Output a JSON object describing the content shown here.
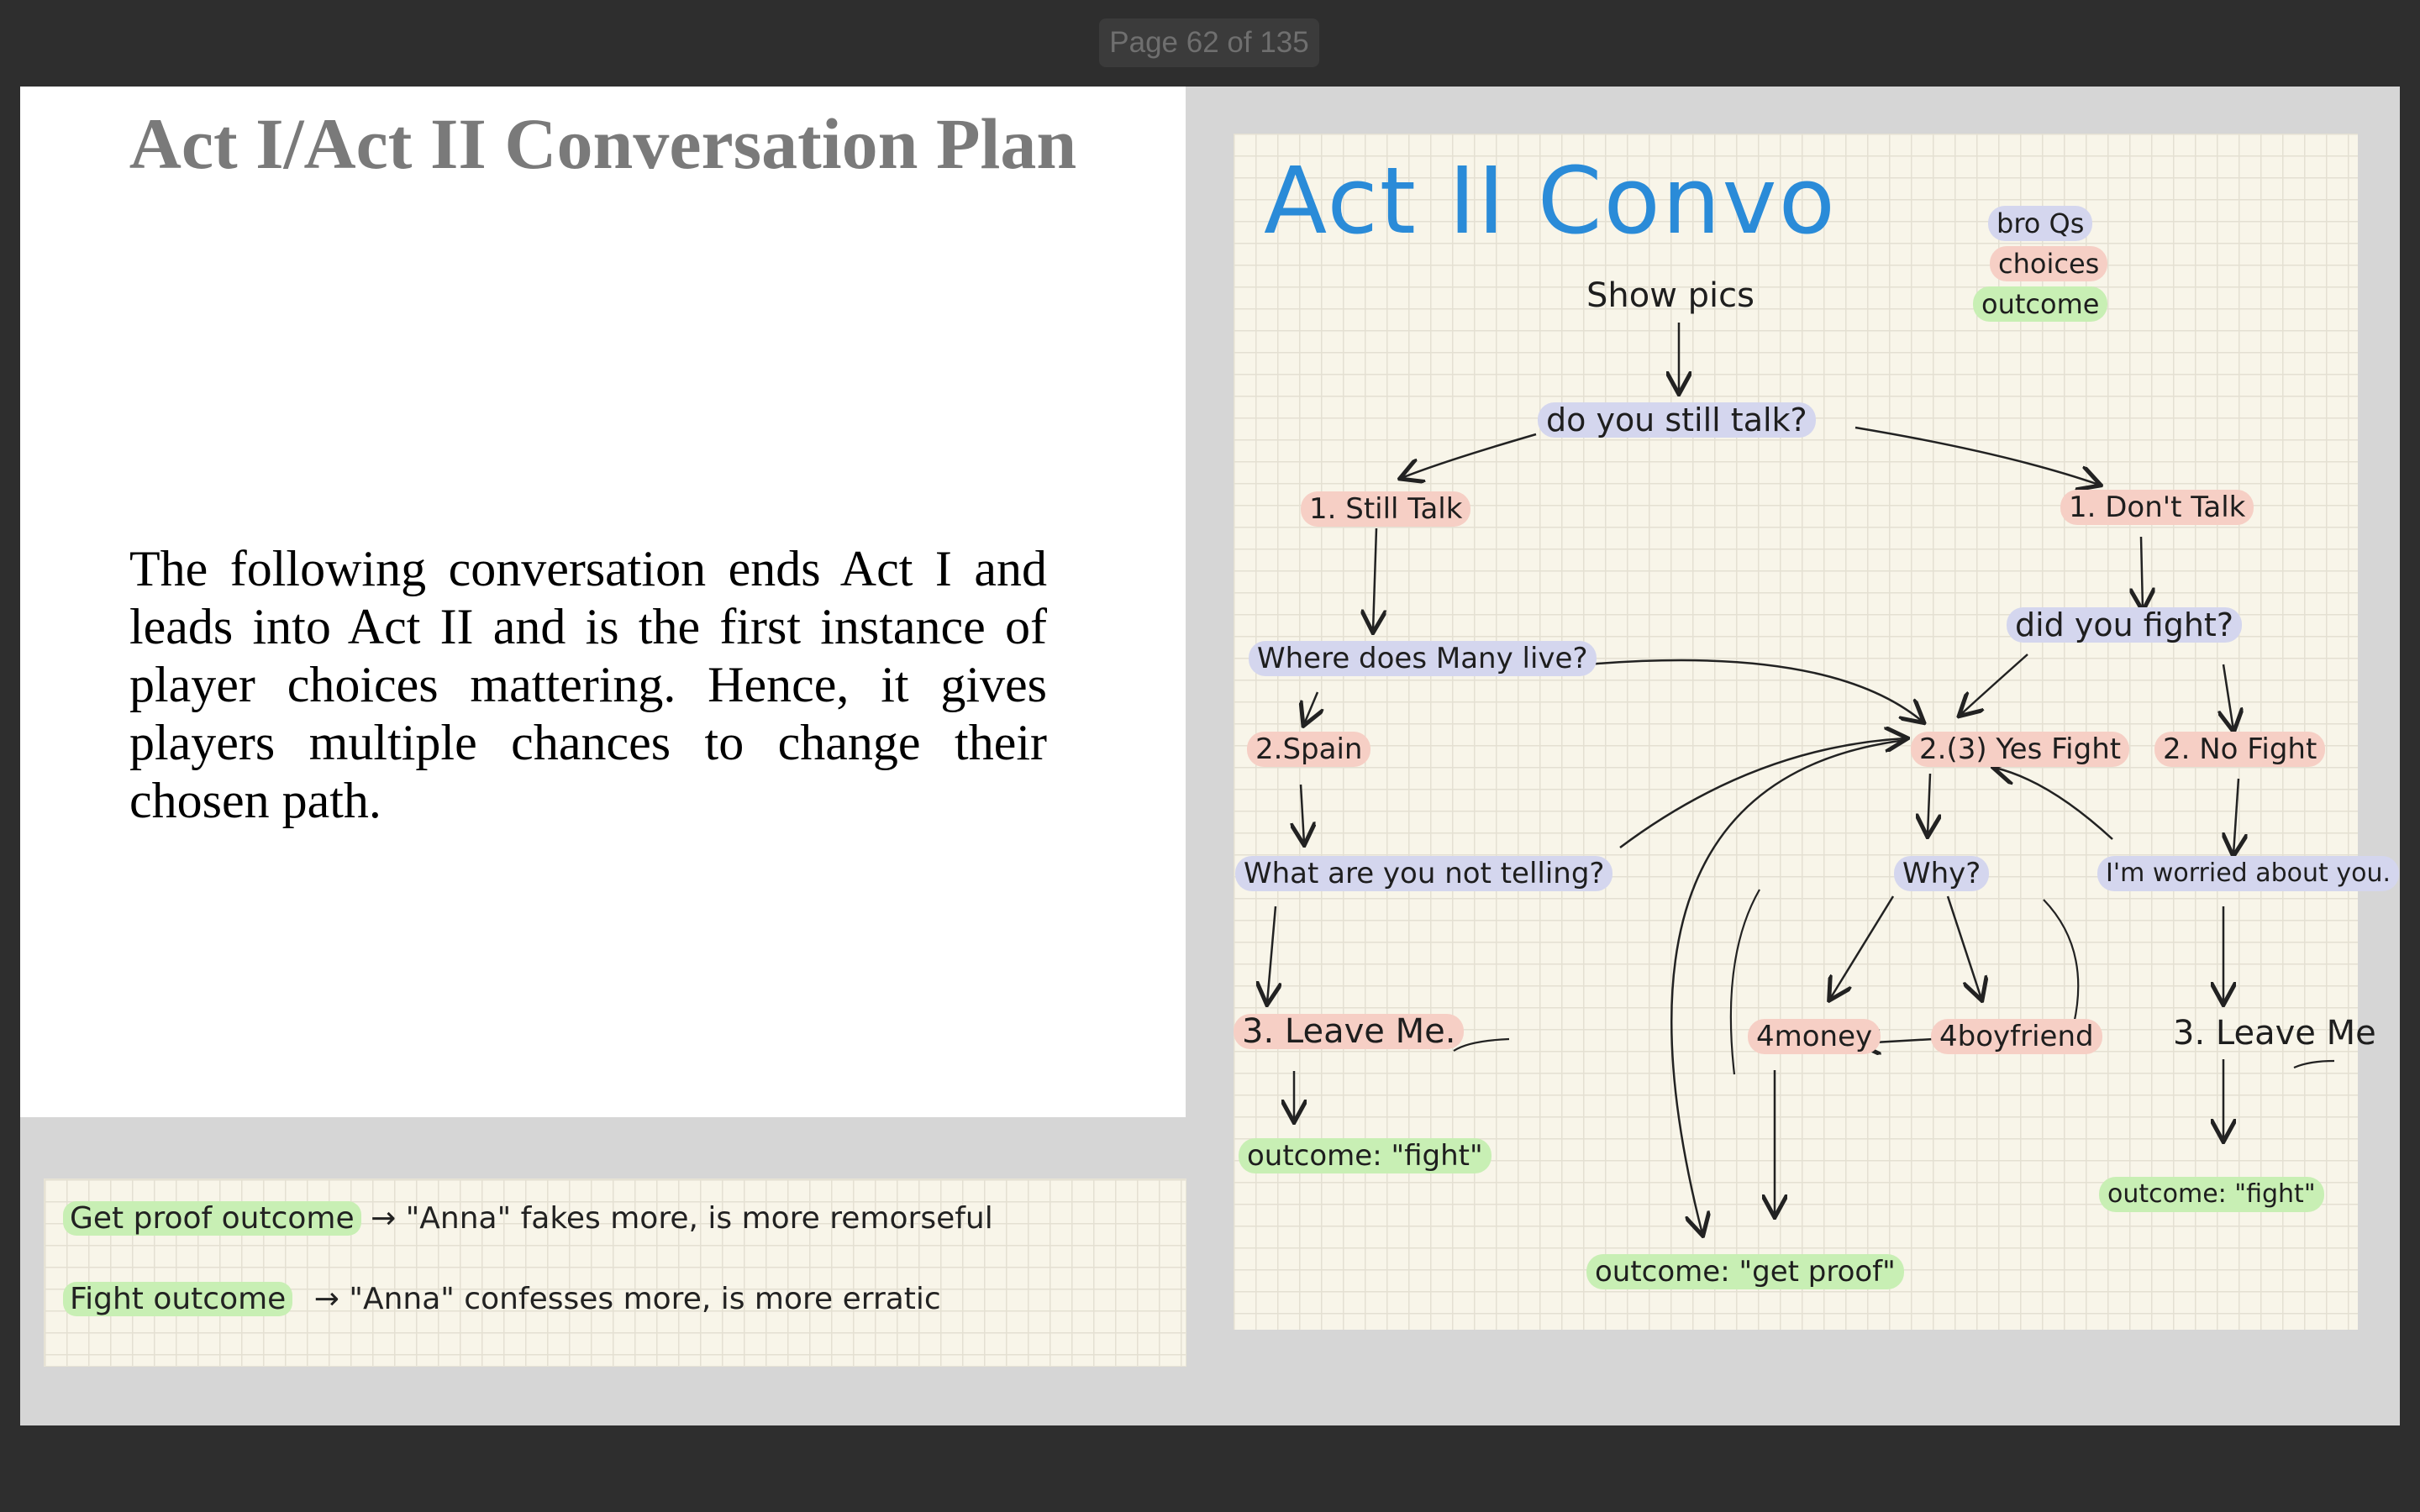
{
  "viewer": {
    "page_indicator": "Page 62 of 135"
  },
  "slide": {
    "title": "Act I/Act II Conversation Plan",
    "body": "The following conversation ends Act I and leads into Act II and is the first instance of player choices mattering. Hence, it gives players multiple chances to change their chosen path.",
    "notes": [
      {
        "label": "Get proof outcome",
        "arrow": "→",
        "text": "\"Anna\" fakes more, is more remorseful"
      },
      {
        "label": "Fight outcome",
        "arrow": "→",
        "text": "\"Anna\" confesses more, is more erratic"
      }
    ],
    "diagram": {
      "title": "Act II Convo",
      "legend": [
        "bro Qs",
        "choices",
        "outcome"
      ],
      "nodes": {
        "show_pics": "Show pics",
        "do_you_still_talk": "do you still talk?",
        "still_talk": "1. Still Talk",
        "dont_talk": "1. Don't Talk",
        "where_does_many_live": "Where does Many live?",
        "did_you_fight": "did you fight?",
        "spain": "2.Spain",
        "yes_fight": "2.(3) Yes Fight",
        "no_fight": "2. No Fight",
        "what_not_telling": "What are you not telling?",
        "why": "Why?",
        "worried": "I'm worried about you.",
        "leave_me_left": "3. Leave Me.",
        "money": "4money",
        "boyfriend": "4boyfriend",
        "leave_me_right": "3. Leave Me",
        "outcome_fight_left": "outcome: \"fight\"",
        "outcome_get_proof": "outcome: \"get proof\"",
        "outcome_fight_right": "outcome: \"fight\""
      }
    },
    "colors": {
      "question": "#d4d6ee",
      "choice": "#f6cfc5",
      "outcome": "#c8efb4",
      "title": "#2a8bd8"
    }
  }
}
